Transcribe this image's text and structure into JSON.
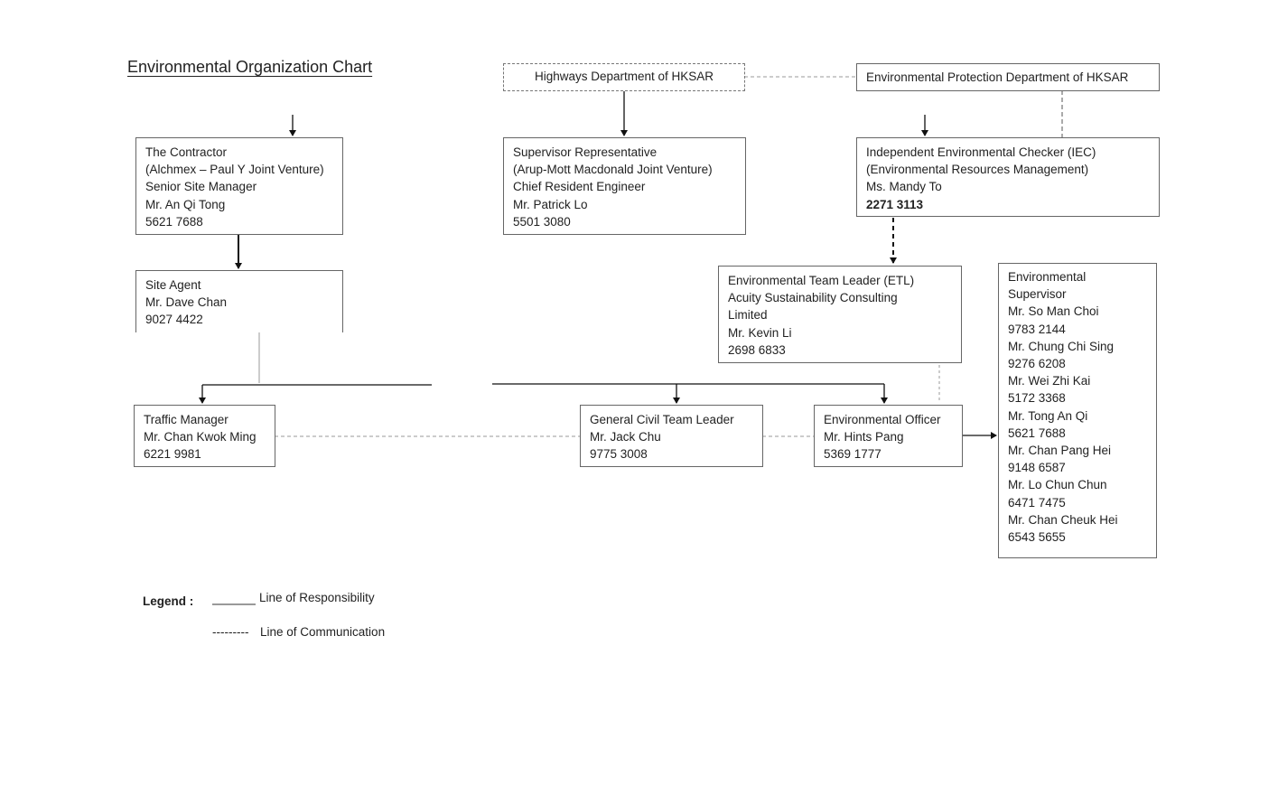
{
  "title": "Environmental Organization Chart",
  "nodes": {
    "highways": {
      "lines": [
        "Highways Department of HKSAR"
      ]
    },
    "epd": {
      "lines": [
        "Environmental Protection Department of HKSAR"
      ]
    },
    "contractor": {
      "lines": [
        "The Contractor",
        "(Alchmex – Paul Y Joint Venture)",
        "Senior Site Manager",
        "Mr. An Qi Tong",
        "5621 7688"
      ]
    },
    "supervisor_rep": {
      "lines": [
        "Supervisor Representative",
        "(Arup-Mott Macdonald Joint Venture)",
        "Chief Resident Engineer",
        "Mr. Patrick Lo",
        "5501 3080"
      ]
    },
    "iec": {
      "lines": [
        "Independent Environmental Checker (IEC)",
        "(Environmental Resources Management)",
        "Ms. Mandy To",
        "2271 3113"
      ]
    },
    "site_agent": {
      "lines": [
        "Site Agent",
        "Mr. Dave Chan",
        "9027 4422"
      ]
    },
    "etl": {
      "lines": [
        "Environmental Team Leader (ETL)",
        "Acuity Sustainability Consulting",
        "Limited",
        "Mr. Kevin Li",
        "2698 6833"
      ]
    },
    "env_supervisor": {
      "lines": [
        "Environmental",
        "Supervisor",
        "Mr. So Man Choi",
        "9783 2144",
        "Mr. Chung Chi Sing",
        "9276 6208",
        "Mr. Wei Zhi Kai",
        "5172 3368",
        "Mr. Tong An Qi",
        "5621 7688",
        "Mr. Chan Pang Hei",
        "9148 6587",
        "Mr. Lo Chun Chun",
        "6471 7475",
        "Mr. Chan Cheuk Hei",
        "6543 5655"
      ]
    },
    "traffic_manager": {
      "lines": [
        "Traffic Manager",
        "Mr. Chan Kwok Ming",
        "6221 9981"
      ]
    },
    "civil_team_leader": {
      "lines": [
        "General Civil Team Leader",
        "Mr. Jack Chu",
        "9775 3008"
      ]
    },
    "env_officer": {
      "lines": [
        "Environmental Officer",
        "Mr. Hints Pang",
        "5369 1777"
      ]
    }
  },
  "legend": {
    "label": "Legend :",
    "responsibility": "Line of Responsibility",
    "communication": "Line of Communication",
    "communication_sample": "---------"
  }
}
